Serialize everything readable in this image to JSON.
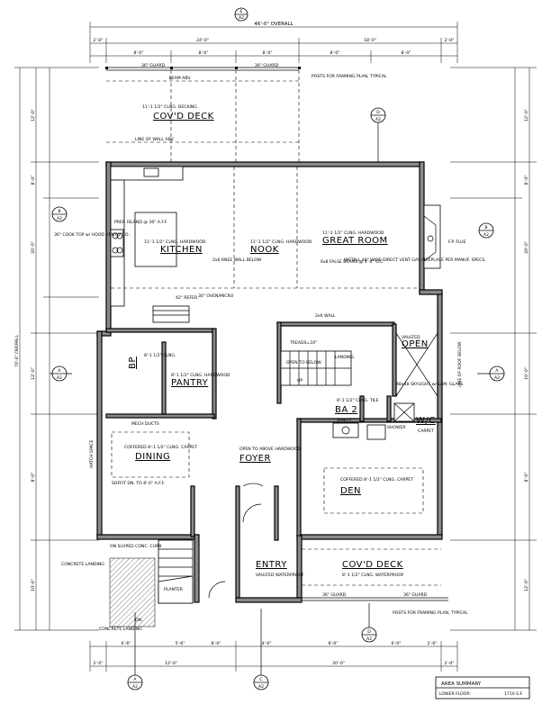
{
  "title_block": {
    "title": "AREA SUMMARY",
    "label": "LOWER FLOOR:",
    "value": "1710 S.F."
  },
  "overall": {
    "top": "46'-0\" OVERALL",
    "left": "70'-6\" OVERALL"
  },
  "top_dims": [
    "2'-0\"",
    "24'-0\"",
    "18'-0\"",
    "2'-0\""
  ],
  "top_subdims": [
    "8'-0\"",
    "8'-0\"",
    "8'-0\"",
    "8'-0\"",
    "8'-0\"",
    "8'-0\""
  ],
  "bottom_dims": [
    "2'-0\"",
    "12'-0\"",
    "20'-0\"",
    "2'-0\""
  ],
  "bottom_subdims": [
    "6'-6\"",
    "5'-6\"",
    "8'-0\"",
    "4'-0\"",
    "8'-0\"",
    "6'-0\"",
    "2'-6\""
  ],
  "left_dims": [
    "12'-0\"",
    "8'-0\"",
    "20'-0\"",
    "12'-0\"",
    "8'-0\"",
    "10'-6\""
  ],
  "right_dims": [
    "12'-0\"",
    "8'-0\"",
    "20'-0\"",
    "10'-0\"",
    "8'-0\"",
    "12'-0\""
  ],
  "rooms": {
    "deck_top": {
      "name": "COV'D DECK",
      "sub": "11'-1 1/2\" CLNG. DECKING"
    },
    "kitchen": {
      "name": "KITCHEN",
      "sub": "11'-1 1/2\" CLNG. HARDWOOD"
    },
    "nook": {
      "name": "NOOK",
      "sub": "11'-1 1/2\" CLNG. HARDWOOD"
    },
    "great_room": {
      "name": "GREAT ROOM",
      "sub": "11'-1 1/2\" CLNG. HARDWOOD"
    },
    "pantry": {
      "name": "PANTRY",
      "sub": "8'-1 1/2\" CLNG. HARDWOOD"
    },
    "bp": {
      "name": "BP",
      "sub": "8'-1 1/2\" CLNG."
    },
    "open_vault": {
      "name": "OPEN",
      "sub": "VAULTED"
    },
    "ba2": {
      "name": "BA 2",
      "sub": "8'-1 1/2\" CLNG. TILE"
    },
    "wic": {
      "name": "W/C",
      "sub": "CARPET"
    },
    "dining": {
      "name": "DINING",
      "sub": "COFFERED 8'-1 1/2\" CLNG. CARPET"
    },
    "foyer": {
      "name": "FOYER",
      "sub": "OPEN TO ABOVE HARDWOOD"
    },
    "den": {
      "name": "DEN",
      "sub": "COFFERED 8'-1 1/2\" CLNG. CARPET"
    },
    "entry": {
      "name": "ENTRY",
      "sub": "VAULTED WATERPROOF"
    },
    "deck_bottom": {
      "name": "COV'D DECK",
      "sub": "8'-1 1/2\" CLNG. WATERPROOF"
    }
  },
  "notes": {
    "guard": "36\" GUARD",
    "beam_abv": "BEAM ABV.",
    "posts": "POSTS FOR FRAMING PLAN, TYPICAL",
    "line_of_wall": "LINE OF WALL ABV.",
    "fireplace": "INSTALL 48\" WIDE DIRECT VENT GAS FIREPLACE PER MANUF. SPECS.",
    "false_beams": "6x8 FALSE BEAMS @ 4'-0\" O.C.",
    "prep_island": "PREP. ISLAND @ 36\" A.F.F.",
    "cooktop": "36\" COOK TOP w/ HOOD VENT V.T.O.",
    "refer": "42\" REFER.",
    "oven": "30\" OVEN/MICRO",
    "knee_wall": "2x6 KNEE WALL BELOW",
    "open_below": "OPEN TO BELOW",
    "treads": "TREADS=10\"",
    "landing": "LANDING",
    "skylight": "48x48 SKYLIGHT w/ LAM. GLASS",
    "shower": "SHOWER",
    "vanity": "VANITY",
    "mech_ducts": "MECH DUCTS",
    "hatch_space": "HATCH SPACE",
    "soffit": "SOFFIT DN. TO 8'-0\" A.F.F.",
    "planter": "PLANTER",
    "concrete_landing": "CONCRETE LANDING",
    "sloped_curb": "ON SLOPED CONC. CURB",
    "line_of_roof": "LINE OF ROOF BELOW",
    "fp_flue": "F.P. FLUE",
    "two_by_six": "2x6 WALL",
    "dn": "DN.",
    "up": "UP"
  },
  "sections": [
    {
      "letter": "A",
      "sheet": "A2"
    },
    {
      "letter": "A",
      "sheet": "A2"
    },
    {
      "letter": "B",
      "sheet": "A2"
    },
    {
      "letter": "B",
      "sheet": "A2"
    },
    {
      "letter": "C",
      "sheet": "A2"
    },
    {
      "letter": "D",
      "sheet": "A2"
    },
    {
      "letter": "D",
      "sheet": "A2"
    },
    {
      "letter": "E",
      "sheet": "A2"
    },
    {
      "letter": "A",
      "sheet": "A2"
    }
  ]
}
